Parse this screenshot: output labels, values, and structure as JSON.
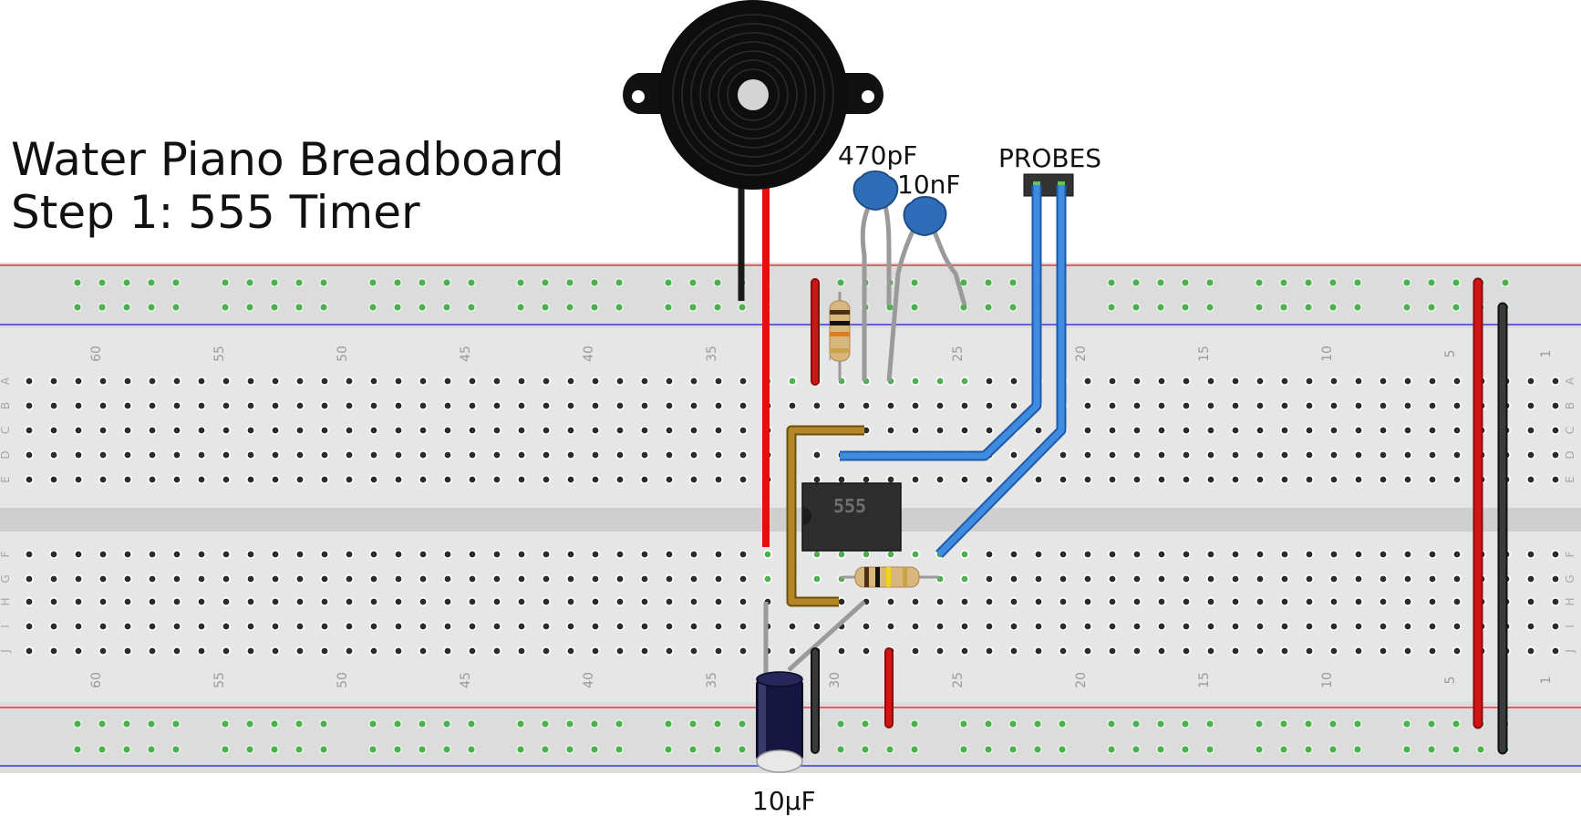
{
  "title": {
    "line1": "Water Piano Breadboard",
    "line2": "Step 1: 555 Timer"
  },
  "labels": {
    "cap_470": "470pF",
    "cap_10n": "10nF",
    "probes": "PROBES",
    "cap_10u": "10µF",
    "ic": "555"
  },
  "breadboard": {
    "column_numbers": [
      "60",
      "55",
      "50",
      "45",
      "40",
      "35",
      "30",
      "25",
      "20",
      "15",
      "10",
      "5",
      "1"
    ],
    "rows_top": [
      "A",
      "B",
      "C",
      "D",
      "E"
    ],
    "rows_bottom": [
      "F",
      "G",
      "H",
      "I",
      "J"
    ]
  },
  "colors": {
    "board": "#dcdcdc",
    "rail_red": "#e23b3b",
    "rail_blue": "#3a3ad0",
    "wire_red": "#e80e0e",
    "wire_black": "#2b2b2b",
    "wire_blue": "#2f7ad6",
    "wire_brown": "#a67a1c",
    "wire_gray": "#9a9a9a",
    "cap_blue": "#2f6db8",
    "ic_body": "#303030",
    "electrolytic": "#161641"
  },
  "icons": [
    "buzzer-icon",
    "ceramic-capacitor-icon",
    "resistor-icon",
    "ic-chip-icon",
    "electrolytic-capacitor-icon",
    "header-connector-icon"
  ]
}
